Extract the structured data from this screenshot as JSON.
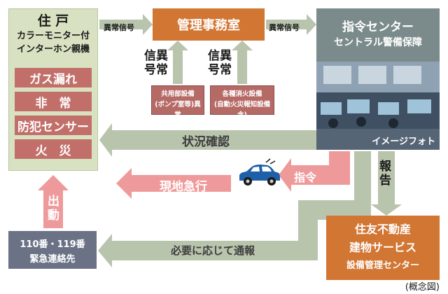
{
  "resident": {
    "title": "住 戸",
    "line1": "カラーモニター付",
    "line2": "インターホン親機",
    "alarms": [
      "ガス漏れ",
      "非　常",
      "防犯センサー",
      "火　災"
    ]
  },
  "management_office": "管理事務室",
  "command_center": {
    "line1": "指令センター",
    "line2": "セントラル警備保障",
    "photo_caption": "イメージフォト"
  },
  "signals": {
    "resident_to_office": "異常信号",
    "office_to_center": "異常信号",
    "abnormal_signal_vertical_left": "信異\n号常",
    "abnormal_signal_vertical_right": "信異\n号常"
  },
  "equipment": {
    "left_line1": "共用部設備",
    "left_line2": "(ポンプ室等)異常",
    "right_line1": "各種消火設備",
    "right_line2": "(自動火災報知設備含)"
  },
  "arrows": {
    "status_check": "状況確認",
    "command": "指令",
    "rush_to_site": "現地急行",
    "report": "報告",
    "notify": "必要に応じて通報",
    "dispatch": "出動"
  },
  "police": {
    "line1": "110番・119番",
    "line2": "緊急連絡先"
  },
  "service": {
    "line1": "住友不動産",
    "line2": "建物サービス",
    "line3": "設備管理センター"
  },
  "note": "(概念図)",
  "colors": {
    "resident_bg": "#d8e2c2",
    "alarm_bg": "#c26f6a",
    "office_bg": "#d27634",
    "arrow_gray": "#b9c4ad",
    "arrow_pink": "#ef9a9a",
    "police_bg": "#6b7286",
    "car": "#1d5fa8"
  }
}
